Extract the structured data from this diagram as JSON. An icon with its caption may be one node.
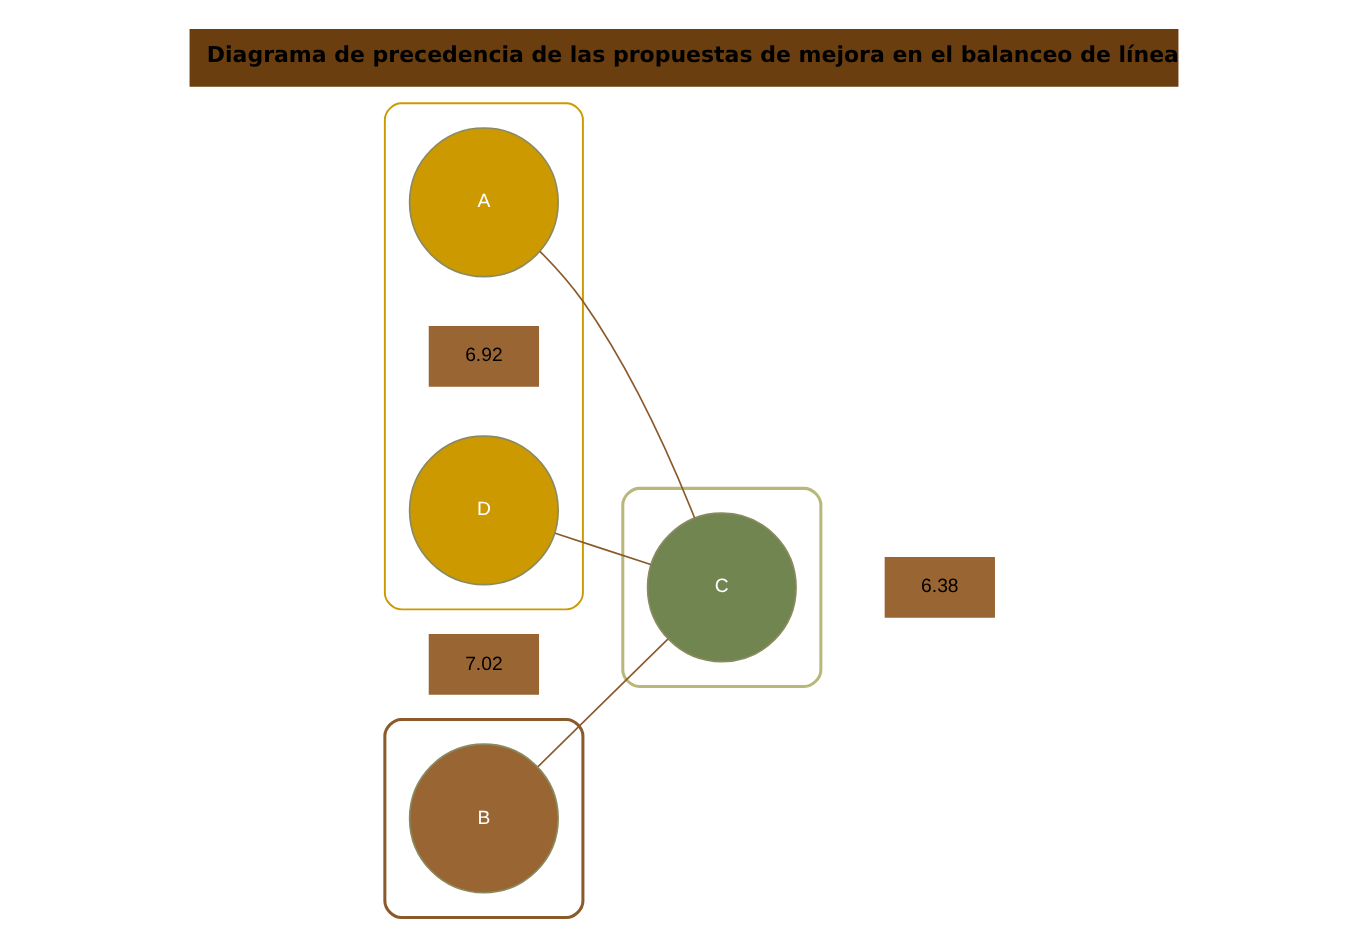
{
  "diagram": {
    "title": "Diagrama de precedencia de las propuestas de mejora en el balanceo de línea",
    "nodes": [
      {
        "text": [],
        "shape": "loop"
      },
      {
        "text": [
          "A"
        ],
        "in": 0
      },
      {
        "text": [
          "6.92"
        ],
        "in": 0
      },
      {
        "text": [
          "D"
        ],
        "in": 0
      },
      {
        "text": [],
        "shape": "ellipse"
      },
      {
        "text": [
          "C"
        ],
        "in": 4
      },
      {
        "text": [
          "7.02"
        ]
      },
      {
        "text": [
          "6.38"
        ]
      },
      {
        "text": [],
        "shape": "ellipse"
      },
      {
        "text": [
          "B"
        ],
        "in": 8
      }
    ],
    "edges": [
      {
        "from": 1,
        "to": 5,
        "arrow": "none"
      },
      {
        "from": 9,
        "to": 5,
        "arrow": "none"
      },
      {
        "from": 5,
        "to": 3,
        "arrow": "none"
      }
    ]
  }
}
